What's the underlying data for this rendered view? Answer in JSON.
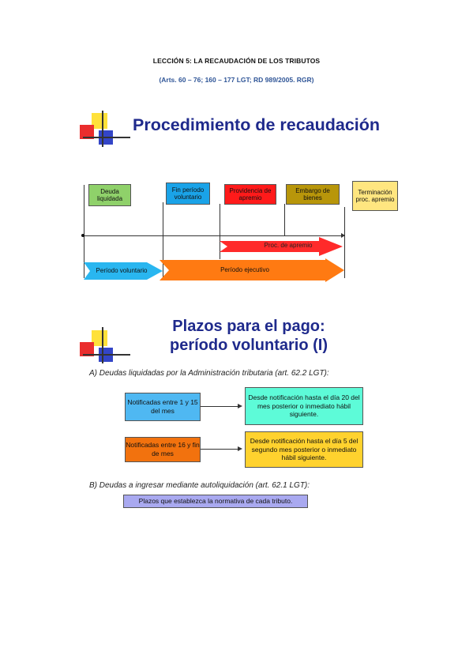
{
  "document": {
    "title": "LECCIÓN 5: LA RECAUDACIÓN DE LOS TRIBUTOS",
    "subtitle": "(Arts. 60 – 76; 160 – 177 LGT; RD 989/2005. RGR)"
  },
  "slide1": {
    "title": "Procedimiento de recaudación",
    "boxes": {
      "deuda": "Deuda liquidada",
      "fin": "Fin período voluntario",
      "providencia": "Providencia de apremio",
      "embargo": "Embargo de bienes",
      "terminacion": "Terminación proc. apremio"
    },
    "arrows": {
      "apremio": "Proc. de apremio",
      "voluntario": "Período voluntario",
      "ejecutivo": "Período ejecutivo"
    },
    "colors": {
      "deuda": "#8fd16a",
      "fin": "#1aa3e8",
      "providencia": "#ff1a1a",
      "embargo": "#b8960a",
      "terminacion": "#ffe680",
      "arrow_apremio": "#ff2a2a",
      "arrow_voluntario": "#29b6f0",
      "arrow_ejecutivo": "#ff7a12"
    }
  },
  "slide2": {
    "title_line1": "Plazos para el pago:",
    "title_line2": "período voluntario (I)",
    "note_a": "A) Deudas liquidadas por la Administración tributaria (art. 62.2 LGT):",
    "rows": [
      {
        "left": "Notificadas entre 1 y 15 del mes",
        "right": "Desde notificación hasta el día 20 del mes posterior o inmediato hábil siguiente.",
        "left_color": "#4fb8f2",
        "right_color": "#5dfbd8"
      },
      {
        "left": "Notificadas entre 16 y fin de mes",
        "right": "Desde notificación hasta el día 5 del segundo mes posterior o inmediato hábil siguiente.",
        "left_color": "#f2720e",
        "right_color": "#ffd22e"
      }
    ],
    "note_b": "B) Deudas a ingresar mediante autoliquidación (art. 62.1 LGT):",
    "autoliq_box": "Plazos que establezca la normativa de cada tributo.",
    "autoliq_color": "#a9a9f0"
  }
}
